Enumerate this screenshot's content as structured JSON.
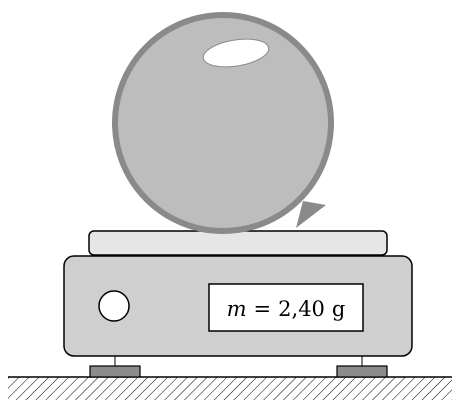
{
  "display": {
    "variable": "m",
    "equals": "=",
    "value": "2,40",
    "unit": "g"
  },
  "colors": {
    "balloon_fill": "#bdbdbd",
    "balloon_outline": "#8a8a8a",
    "scale_body": "#cfcfcf",
    "scale_platform": "#e6e6e6",
    "feet": "#8c8c8c",
    "outline": "#000000",
    "display_bg": "#ffffff",
    "highlight": "#ffffff"
  }
}
